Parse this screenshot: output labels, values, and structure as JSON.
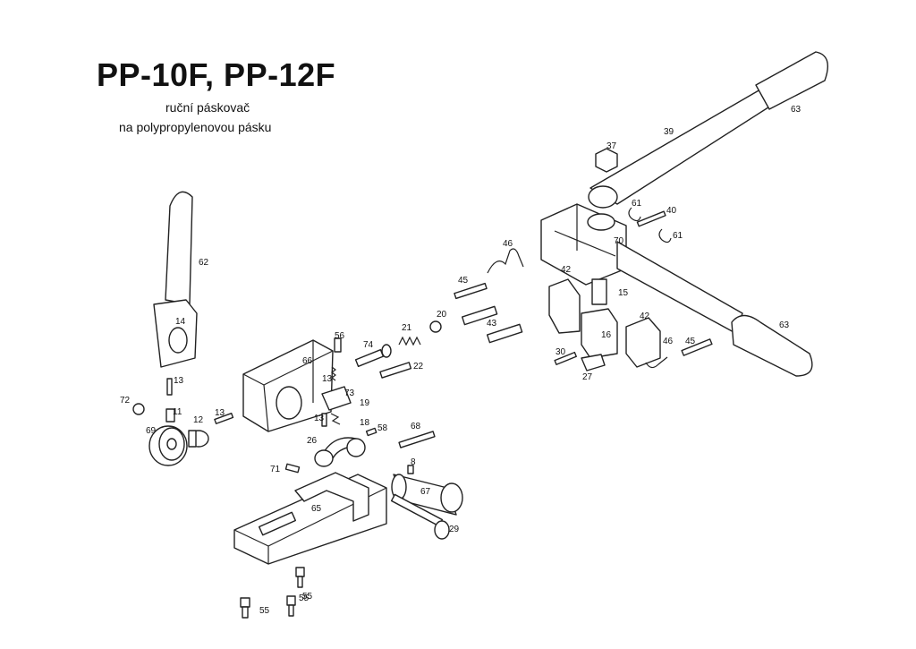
{
  "header": {
    "title": "PP-10F, PP-12F",
    "subtitle_line1": "ruční páskovač",
    "subtitle_line2": "na polypropylenovou pásku"
  },
  "part_labels": {
    "p62": "62",
    "p14": "14",
    "p13a": "13",
    "p72": "72",
    "p11": "11",
    "p12": "12",
    "p13b": "13",
    "p69": "69",
    "p66": "66",
    "p56": "56",
    "p13c": "13",
    "p73": "73",
    "p18": "18",
    "p19": "19",
    "p13d": "13",
    "p58": "58",
    "p26": "26",
    "p71": "71",
    "p65": "65",
    "p55a": "55",
    "p55b": "55",
    "p55c": "55",
    "p74": "74",
    "p21": "21",
    "p20": "20",
    "p22": "22",
    "p45a": "45",
    "p46a": "46",
    "p43": "43",
    "p68": "68",
    "p8": "8",
    "p67": "67",
    "p29": "29",
    "p37": "37",
    "p39": "39",
    "p63a": "63",
    "p61a": "61",
    "p40": "40",
    "p61b": "61",
    "p70": "70",
    "p42a": "42",
    "p15": "15",
    "p42b": "42",
    "p16": "16",
    "p30": "30",
    "p27": "27",
    "p46b": "46",
    "p45b": "45",
    "p63b": "63"
  }
}
